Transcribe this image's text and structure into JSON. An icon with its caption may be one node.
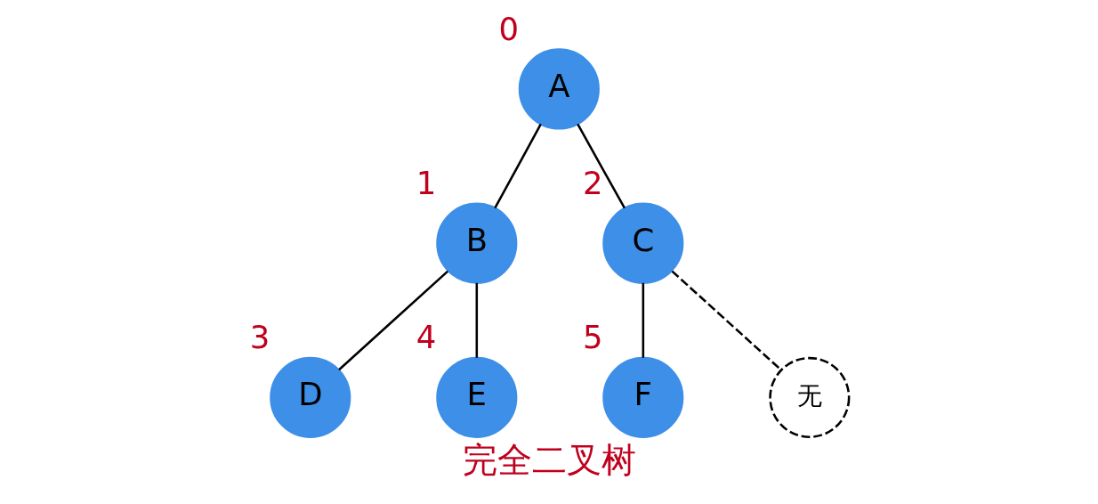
{
  "diagram": {
    "caption": "完全二叉树",
    "nodes": [
      {
        "text": [
          "A"
        ],
        "beside": [
          "0"
        ]
      },
      {
        "text": [
          "B"
        ],
        "beside": [
          "1"
        ]
      },
      {
        "text": [
          "C"
        ],
        "beside": [
          "2"
        ]
      },
      {
        "text": [
          "D"
        ],
        "beside": [
          "3"
        ]
      },
      {
        "text": [
          "E"
        ],
        "beside": [
          "4"
        ]
      },
      {
        "text": [
          "F"
        ],
        "beside": [
          "5"
        ]
      },
      {
        "text": [
          "无"
        ]
      }
    ],
    "edges": [
      {
        "from": 0,
        "to": 1,
        "arrow": "none"
      },
      {
        "from": 0,
        "to": 2,
        "arrow": "none"
      },
      {
        "from": 1,
        "to": 3,
        "arrow": "none"
      },
      {
        "from": 1,
        "to": 4,
        "arrow": "none"
      },
      {
        "from": 2,
        "to": 5,
        "arrow": "none"
      },
      {
        "from": 2,
        "to": 6,
        "arrow": "none",
        "style": "dashed"
      }
    ]
  }
}
